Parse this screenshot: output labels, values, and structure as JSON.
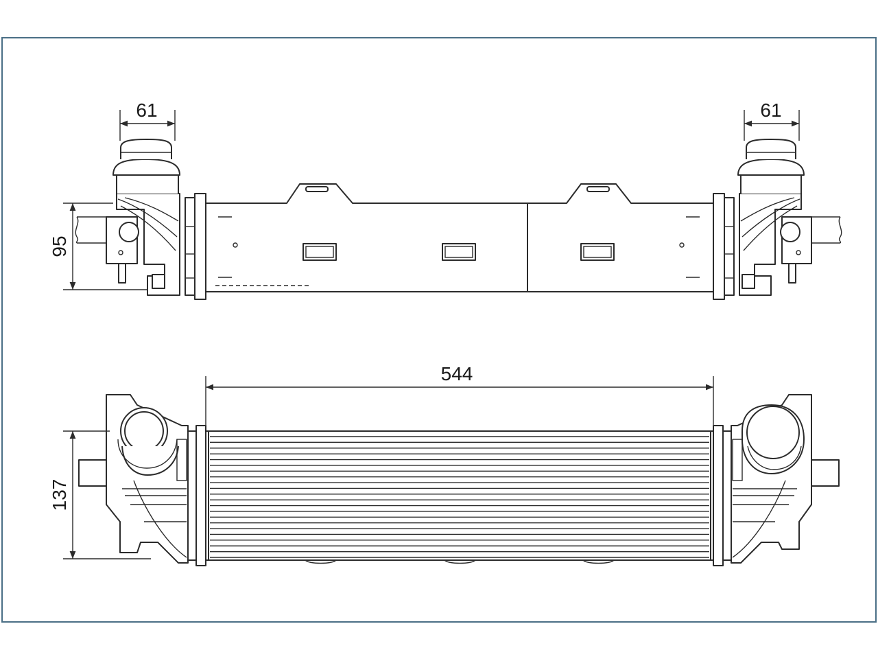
{
  "drawing": {
    "border_color": "#4a6f86",
    "line_color": "#2b2b2b",
    "dimensions": {
      "top_left_width": "61",
      "top_right_width": "61",
      "top_height": "95",
      "overall_length": "544",
      "bottom_height": "137"
    }
  }
}
